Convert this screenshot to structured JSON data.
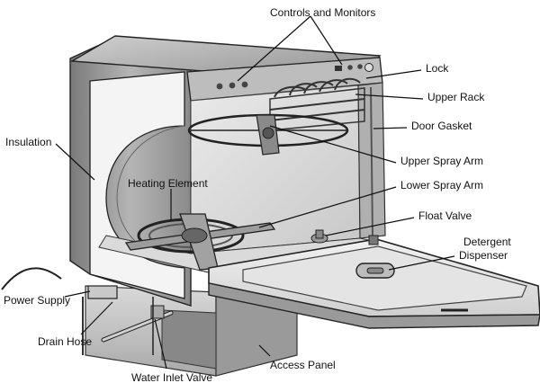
{
  "labels": {
    "controls": "Controls and Monitors",
    "lock": "Lock",
    "upper_rack": "Upper Rack",
    "door_gasket": "Door Gasket",
    "upper_spray_arm": "Upper Spray Arm",
    "lower_spray_arm": "Lower Spray Arm",
    "float_valve": "Float Valve",
    "detergent_1": "Detergent",
    "detergent_2": "Dispenser",
    "insulation": "Insulation",
    "heating_element": "Heating Element",
    "power_supply": "Power Supply",
    "drain_hose": "Drain Hose",
    "water_inlet_valve": "Water Inlet Valve",
    "access_panel": "Access Panel"
  }
}
